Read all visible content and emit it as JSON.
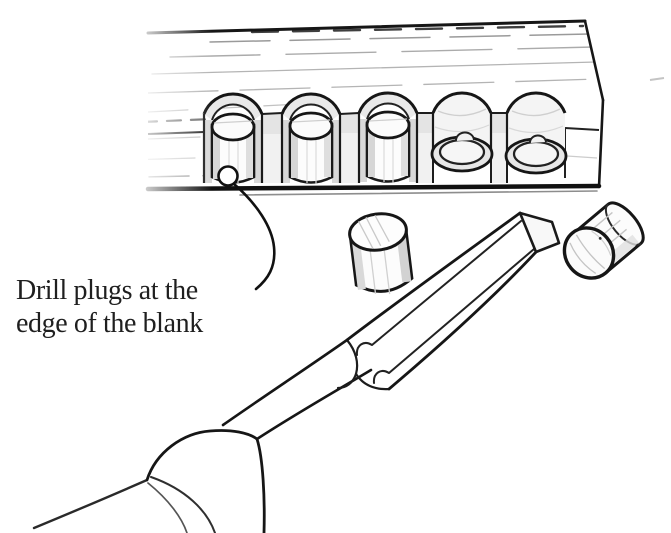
{
  "figure": {
    "type": "line-illustration",
    "subject": "Drilling and chiseling wood plugs at the edge of a blank",
    "caption": {
      "line1": "Drill plugs at the",
      "line2": "edge of the blank"
    },
    "components": {
      "wood_blank": "wood blank with five plug holes drilled along its front edge",
      "plugs_standing_in_holes": 3,
      "empty_plug_holes": 2,
      "loose_plug_upright": 1,
      "loose_plug_on_side": 1,
      "tool": "bevel-edge chisel",
      "leader_marker": "small circle on curved leader line pointing to plug at blank edge"
    },
    "colors": {
      "ink": "#161616",
      "background": "#ffffff",
      "shade_light": "#e9e9e9",
      "shade_mid": "#d8d8d8",
      "grain": "#b5b5b5"
    }
  }
}
